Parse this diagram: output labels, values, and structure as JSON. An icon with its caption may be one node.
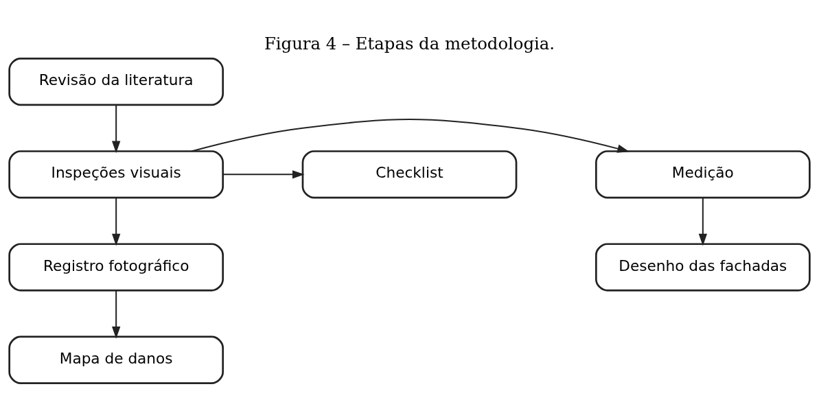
{
  "diagram": {
    "title": "Figura 4 – Etapas da metodologia.",
    "nodes": [
      {
        "text": [
          "Revisão da literatura"
        ]
      },
      {
        "text": [
          "Medição"
        ]
      },
      {
        "text": [
          "Inspeções visuais"
        ]
      },
      {
        "text": [
          "Checklist"
        ]
      },
      {
        "text": [
          "Desenho das fachadas"
        ]
      },
      {
        "text": [
          "Registro fotográfico"
        ]
      },
      {
        "text": [
          "Mapa de danos"
        ]
      }
    ],
    "edges": [
      {
        "from": 0,
        "to": 2,
        "arrow": "to"
      },
      {
        "from": 2,
        "to": 1,
        "arrow": "to"
      },
      {
        "from": 2,
        "to": 3,
        "arrow": "to"
      },
      {
        "from": 1,
        "to": 4,
        "arrow": "to"
      },
      {
        "from": 2,
        "to": 5,
        "arrow": "to"
      },
      {
        "from": 5,
        "to": 6,
        "arrow": "to"
      }
    ]
  }
}
